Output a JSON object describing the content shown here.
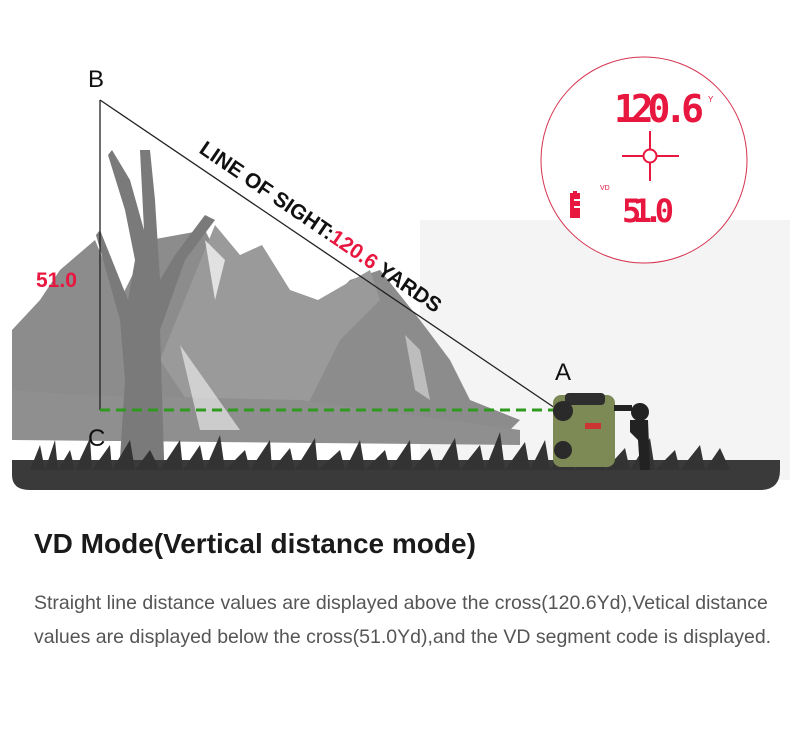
{
  "diagram": {
    "point_labels": {
      "a": "A",
      "b": "B",
      "c": "C"
    },
    "vertical_value": "51.0",
    "line_of_sight": {
      "prefix": "LINE OF SIGHT:",
      "value": "120.6",
      "suffix": " YARDS"
    },
    "display": {
      "distance": "120.6",
      "unit": "Y",
      "mode": "VD",
      "vertical": "51.0",
      "battery_icon": "battery-icon",
      "reticle_icon": "crosshair-icon"
    },
    "colors": {
      "accent_red": "#e8173f",
      "green_dash": "#2e9a1e",
      "gray": "#8a8a8a",
      "ground": "#3a3a3a"
    }
  },
  "heading": "VD Mode(Vertical distance mode)",
  "description": "Straight line distance values are displayed above the cross(120.6Yd),Vetical distance values are displayed below the cross(51.0Yd),and the VD segment code is displayed."
}
